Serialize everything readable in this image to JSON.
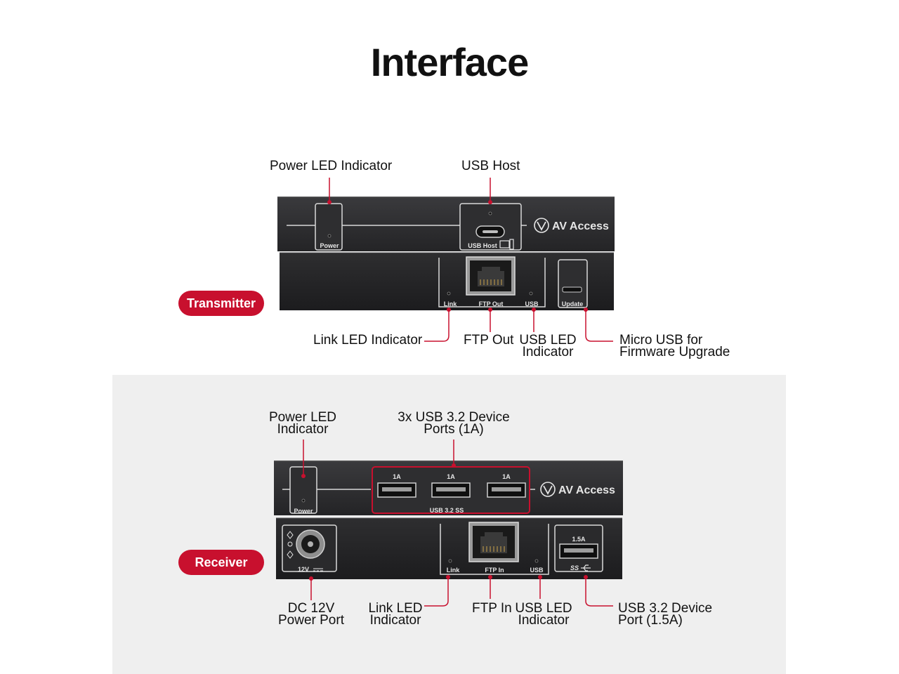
{
  "title": "Interface",
  "transmitter": {
    "badge": "Transmitter",
    "brand": "AV Access",
    "panel_labels": {
      "power": "Power",
      "usb_host": "USB Host",
      "link": "Link",
      "ftp_out": "FTP Out",
      "usb": "USB",
      "update": "Update"
    },
    "callouts": {
      "power_led": "Power LED Indicator",
      "usb_host": "USB Host",
      "link_led": "Link LED Indicator",
      "ftp_out": "FTP Out",
      "usb_led_line1": "USB LED",
      "usb_led_line2": "Indicator",
      "micro_usb_line1": "Micro USB for",
      "micro_usb_line2": "Firmware Upgrade"
    }
  },
  "receiver": {
    "badge": "Receiver",
    "brand": "AV Access",
    "panel_labels": {
      "power": "Power",
      "port_1a": "1A",
      "usb32": "USB 3.2 SS",
      "dc": "12V",
      "link": "Link",
      "ftp_in": "FTP In",
      "usb": "USB",
      "port_15a": "1.5A",
      "ss": "SS"
    },
    "callouts": {
      "power_led_line1": "Power LED",
      "power_led_line2": "Indicator",
      "usb_ports_line1": "3x USB 3.2 Device",
      "usb_ports_line2": "Ports (1A)",
      "dc_line1": "DC 12V",
      "dc_line2": "Power Port",
      "link_led_line1": "Link LED",
      "link_led_line2": "Indicator",
      "ftp_in": "FTP In",
      "usb_led_line1": "USB LED",
      "usb_led_line2": "Indicator",
      "usb_device_line1": "USB 3.2 Device",
      "usb_device_line2": "Port (1.5A)"
    }
  },
  "colors": {
    "accent": "#c8102e",
    "device_body": "#2b2b2d",
    "panel_line": "#d9d9d9",
    "receiver_bg": "#efefef"
  }
}
